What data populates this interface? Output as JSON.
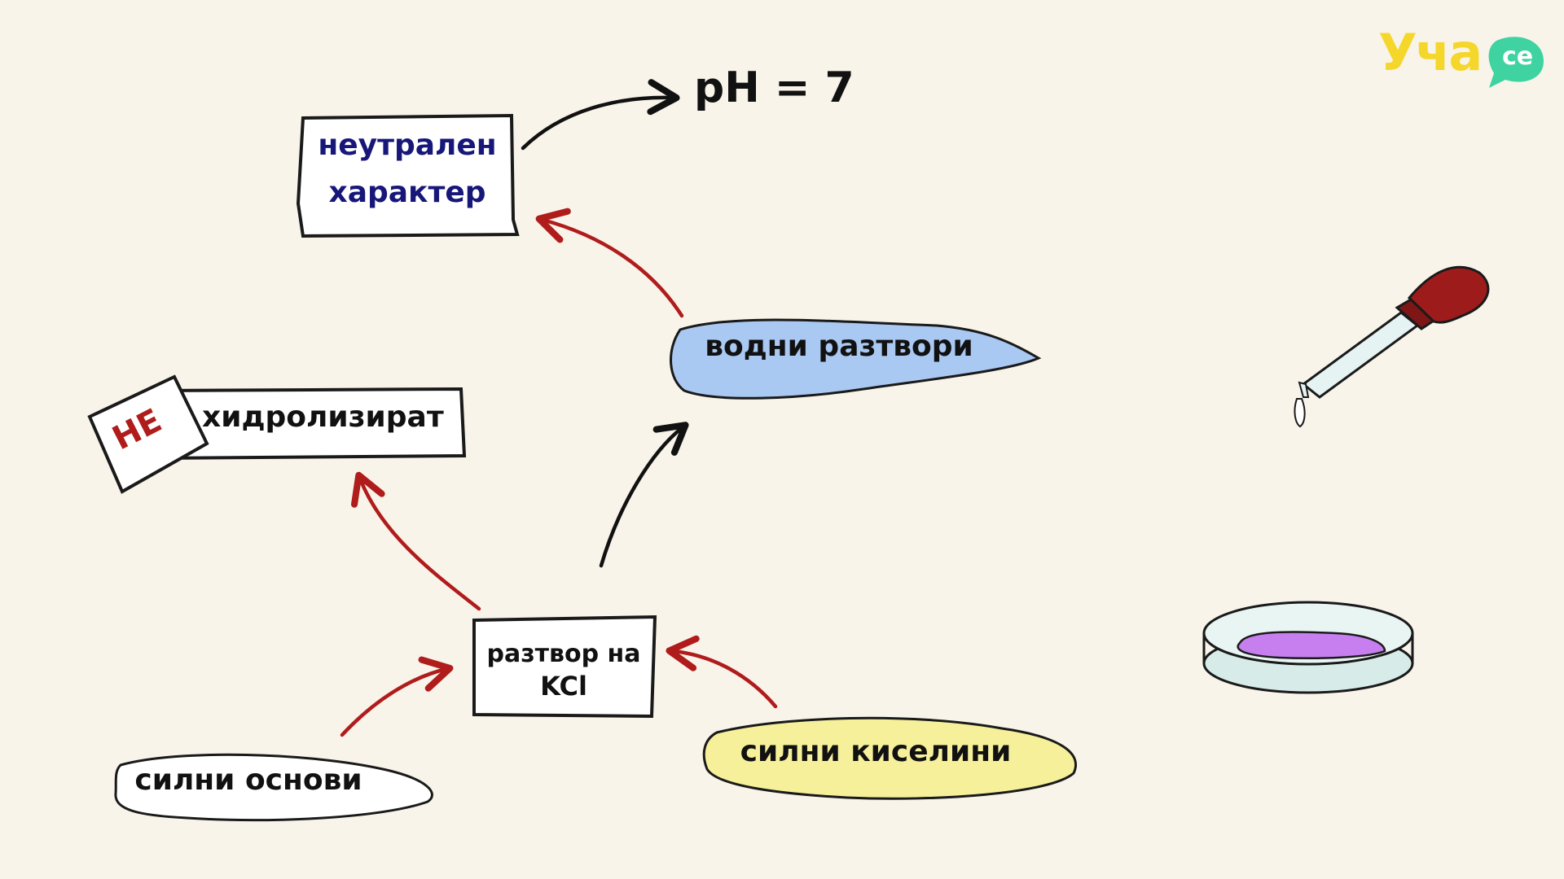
{
  "logo": {
    "main": "Уча",
    "badge": "се"
  },
  "ph_label": "pH = 7",
  "neutral": {
    "line1": "неутрален",
    "line2": "характер"
  },
  "water_solutions": "водни разтвори",
  "hydrolysis": {
    "negation": "НЕ",
    "verb": "хидролизират"
  },
  "solution": {
    "line1": "разтвор на",
    "line2": "KCl"
  },
  "strong_bases": "силни основи",
  "strong_acids": "силни киселини",
  "colors": {
    "background": "#f8f4ea",
    "neutral_text": "#17177a",
    "negation_red": "#b01c1c",
    "arrow_red": "#b01c1c",
    "arrow_black": "#111111",
    "water_blob": "#a9c8f2",
    "acid_blob": "#f7f09a",
    "base_blob": "#ffffff",
    "logo_yellow": "#f5d72b",
    "logo_green": "#3fd3a2",
    "pipette_bulb": "#9e1b1b",
    "dish_liquid": "#c77ff0"
  }
}
